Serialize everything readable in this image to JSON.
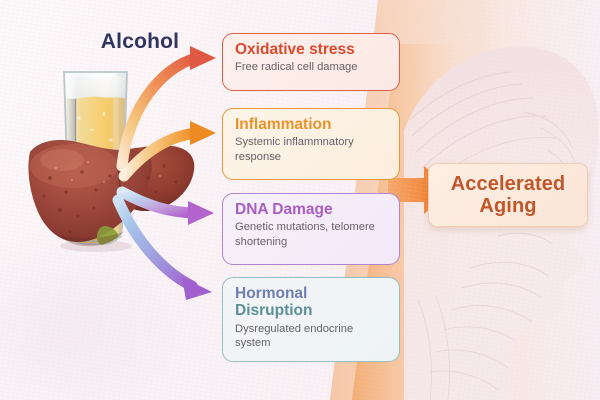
{
  "title": "Alcohol",
  "colors": {
    "title": "#2f3560",
    "background": "#faf3f5",
    "outcome_text": "#c0562a",
    "outcome_fill": "#fbe6d7",
    "arrow_block": "#f2893a"
  },
  "causes": [
    {
      "id": "oxidative",
      "title": "Oxidative stress",
      "desc": "Free radical cell damage",
      "accent": "#dc4a2e",
      "border": "#dd5f4a",
      "arrow_icon": "curved-arrow-icon"
    },
    {
      "id": "inflammation",
      "title": "Inflammation",
      "desc": "Systemic inflammnatory response",
      "accent": "#e8932b",
      "border": "#e89838",
      "arrow_icon": "curved-arrow-icon"
    },
    {
      "id": "dna",
      "title": "DNA Damage",
      "desc": "Genetic mutations, telomere shortening",
      "accent": "#a85fc4",
      "border": "#b184cf",
      "arrow_icon": "curved-arrow-icon"
    },
    {
      "id": "hormonal",
      "title_line1": "Hormonal",
      "title_line2": "Disruption",
      "desc": "Dysregulated endocrine system",
      "accent": "#6f7fb3",
      "accent2": "#5d8f97",
      "border": "#97bdc2",
      "arrow_icon": "curved-arrow-icon"
    }
  ],
  "outcome": {
    "line1": "Accelerated",
    "line2": "Aging"
  },
  "illustration": {
    "beer_glass": "beer-glass-icon",
    "liver": "liver-icon",
    "elderly_face": "elderly-profile-face-icon"
  }
}
